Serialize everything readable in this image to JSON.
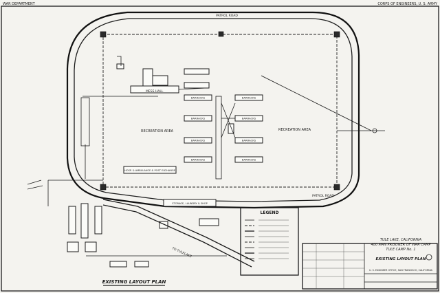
{
  "header": {
    "left": "WAR DEPARTMENT",
    "right": "CORPS OF ENGINEERS, U. S. ARMY"
  },
  "roads": {
    "patrol_top": "PATROL ROAD",
    "patrol_bottom": "PATROL ROAD"
  },
  "areas": {
    "recreation_left": "RECREATION AREA",
    "recreation_right": "RECREATION AREA",
    "mess_hall": "MESS HALL"
  },
  "buildings": {
    "barracks_label": "BARRACKS",
    "hospital": "HOSP. & AMBULANCE & POST EXCHANGE",
    "storage": "STORAGE, LAUNDRY & SHOP"
  },
  "road_names": {
    "to_tulelake": "TO TULELAKE"
  },
  "legend": {
    "title": "LEGEND"
  },
  "plan_title": "EXISTING LAYOUT PLAN",
  "title_block": {
    "line1": "TULE LAKE, CALIFORNIA",
    "line2": "400 MAN PRISONER OF WAR CAMP",
    "line3": "TULE CAMP No. 1",
    "line4": "EXISTING LAYOUT PLAN",
    "office": "U. S. ENGINEER OFFICE, SAN FRANCISCO, CALIFORNIA"
  }
}
